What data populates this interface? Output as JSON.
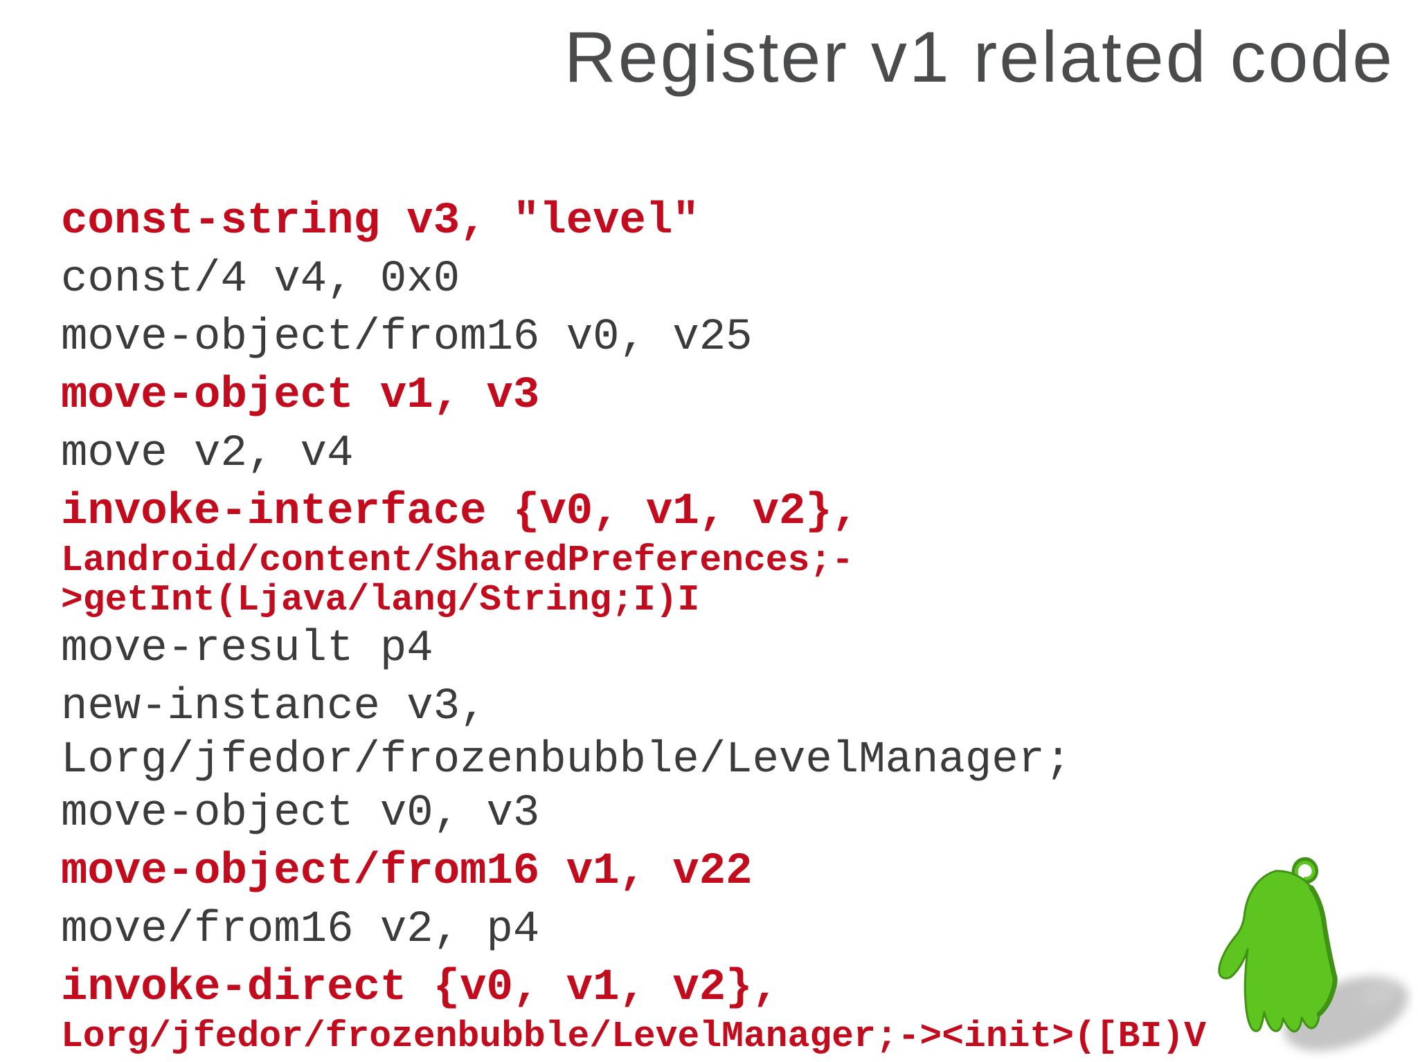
{
  "slide": {
    "title": "Register v1 related code"
  },
  "code": {
    "lines": [
      {
        "text": "const-string v3, \"level\"",
        "color": "red",
        "size": "lg"
      },
      {
        "text": "const/4 v4, 0x0",
        "color": "gray",
        "size": "lg"
      },
      {
        "text": "move-object/from16 v0, v25",
        "color": "gray",
        "size": "lg"
      },
      {
        "text": "move-object v1, v3",
        "color": "red",
        "size": "lg"
      },
      {
        "text": "move v2, v4",
        "color": "gray",
        "size": "lg"
      },
      {
        "text": "invoke-interface {v0, v1, v2},",
        "color": "red",
        "size": "lg"
      },
      {
        "text": "Landroid/content/SharedPreferences;-",
        "color": "red",
        "size": "sm",
        "continuation": true
      },
      {
        "text": ">getInt(Ljava/lang/String;I)I",
        "color": "red",
        "size": "sm",
        "continuation": true
      },
      {
        "text": "move-result p4",
        "color": "gray",
        "size": "lg"
      },
      {
        "text": "new-instance v3,",
        "color": "gray",
        "size": "lg"
      },
      {
        "text": "Lorg/jfedor/frozenbubble/LevelManager;",
        "color": "gray",
        "size": "lg",
        "continuation": true
      },
      {
        "text": "move-object v0, v3",
        "color": "gray",
        "size": "lg"
      },
      {
        "text": "move-object/from16 v1, v22",
        "color": "red",
        "size": "lg"
      },
      {
        "text": "move/from16 v2, p4",
        "color": "gray",
        "size": "lg"
      },
      {
        "text": "invoke-direct {v0, v1, v2},",
        "color": "red",
        "size": "lg"
      },
      {
        "text": "Lorg/jfedor/frozenbubble/LevelManager;-><init>([BI)V",
        "color": "red",
        "size": "sm",
        "continuation": true
      }
    ]
  },
  "colors": {
    "red": "#c30b1e",
    "code_gray": "#3b3b3d",
    "title_gray": "#4a4b4d",
    "glove_green": "#5ec41f",
    "glove_edge": "#3f9214"
  },
  "icons": {
    "glove": "green-glove-icon"
  }
}
